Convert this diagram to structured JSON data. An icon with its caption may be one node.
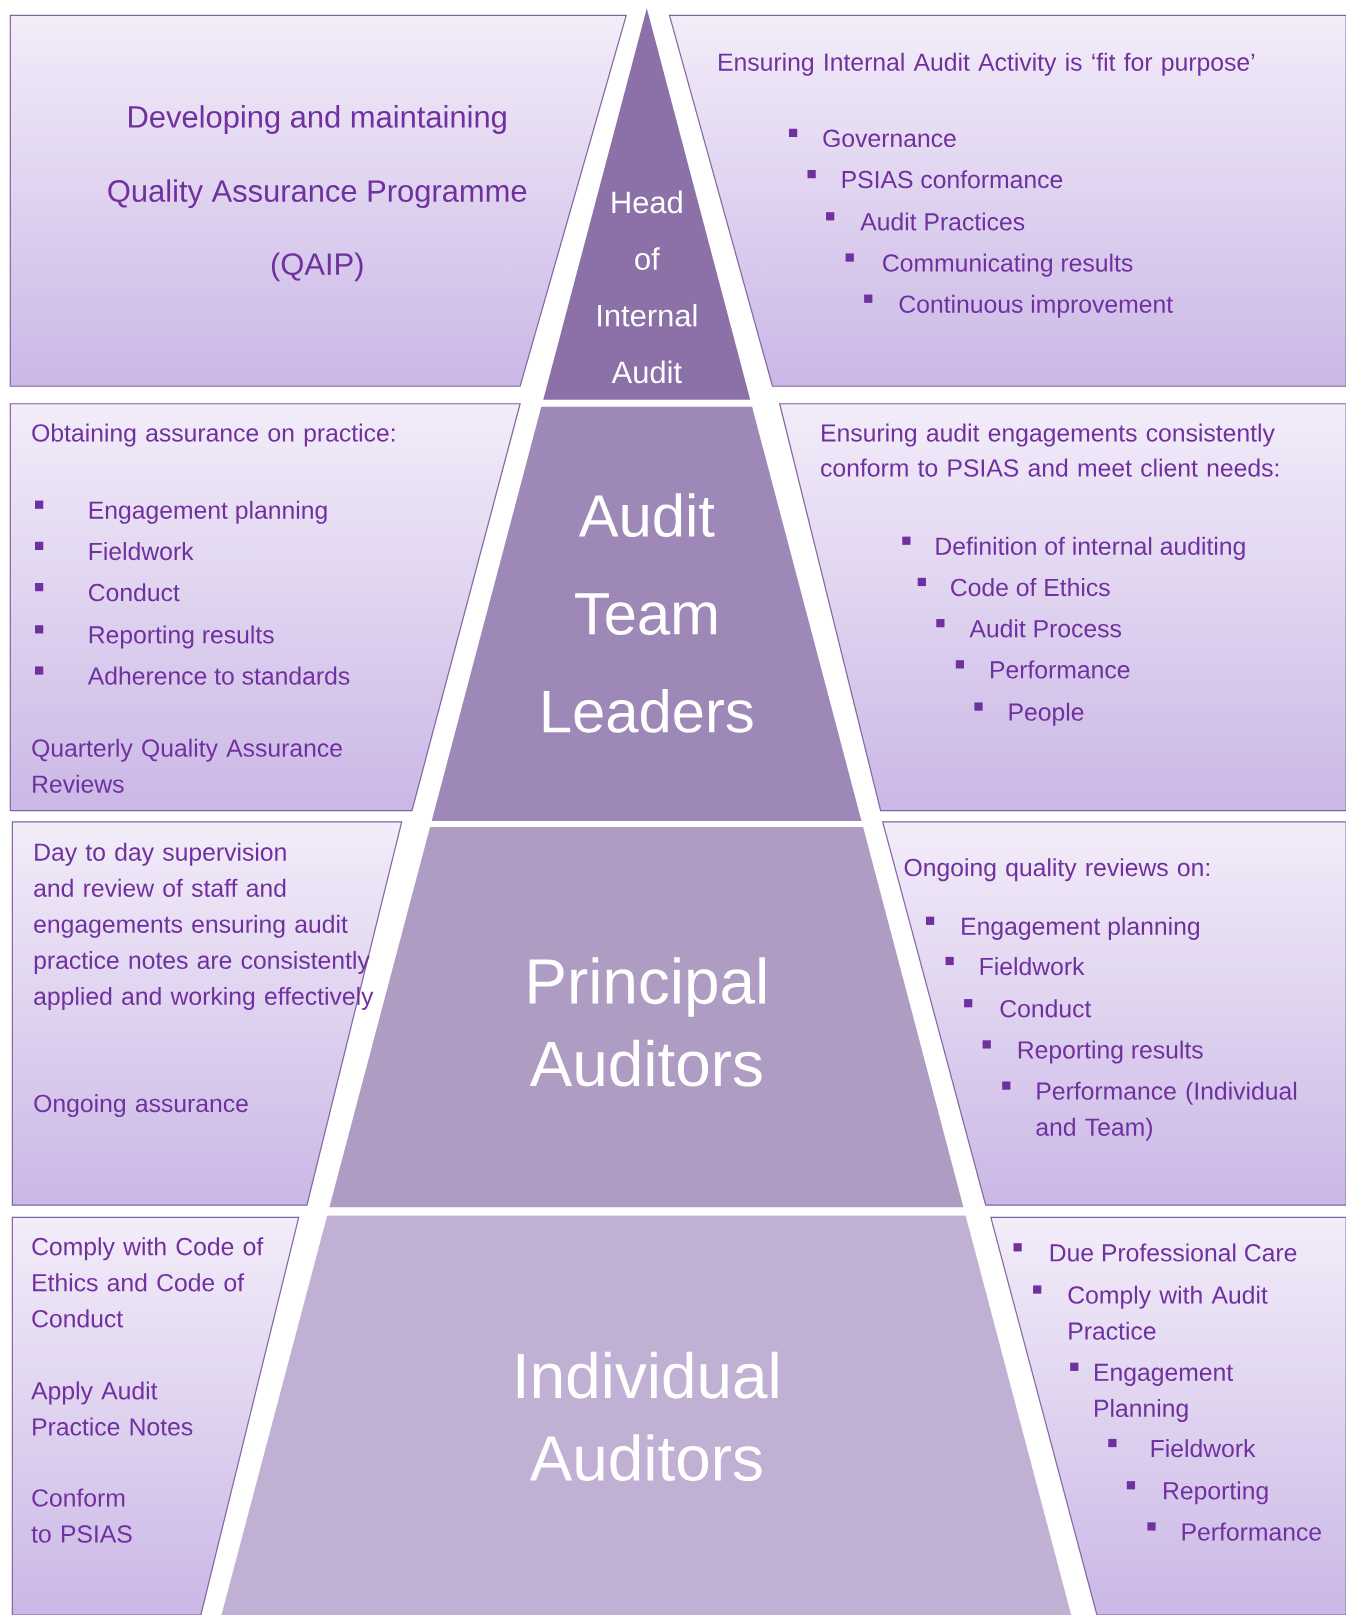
{
  "diagram": {
    "nodes": [
      {
        "text": [
          "Developing and maintaining",
          "Quality Assurance Programme",
          "(QAIP)"
        ]
      },
      {
        "text": [
          "Head of Internal Audit"
        ]
      },
      {
        "text": [
          "Ensuring Internal Audit Activity is ‘fit for purpose’",
          "Governance",
          "PSIAS conformance",
          "Audit Practices",
          "Communicating results",
          "Continuous improvement"
        ]
      },
      {
        "text": [
          "Obtaining assurance on practice:",
          "Engagement planning",
          "Fieldwork",
          "Conduct",
          "Reporting results",
          "Adherence to standards",
          "Quarterly Quality Assurance Reviews"
        ]
      },
      {
        "text": [
          "Audit Team Leaders"
        ]
      },
      {
        "text": [
          "Ensuring audit engagements consistently conform to PSIAS and meet client needs:",
          "Definition of internal auditing",
          "Code of Ethics",
          "Audit Process",
          "Performance",
          "People"
        ]
      },
      {
        "text": [
          "Day to day supervision and review of staff and engagements ensuring audit practice notes are consistently applied and working effectively",
          "Ongoing assurance"
        ]
      },
      {
        "text": [
          "Principal Auditors"
        ]
      },
      {
        "text": [
          "Ongoing quality reviews on:",
          "Engagement planning",
          "Fieldwork",
          "Conduct",
          "Reporting results",
          "Performance (Individual and Team)"
        ]
      },
      {
        "text": [
          "Comply with Code of Ethics and Code of Conduct",
          "Apply Audit Practice Notes",
          "Conform to PSIAS"
        ]
      },
      {
        "text": [
          "Individual Auditors"
        ]
      },
      {
        "text": [
          "Due Professional Care",
          "Comply with Audit Practice",
          "Engagement Planning",
          "Fieldwork",
          "Reporting",
          "Performance"
        ]
      }
    ]
  }
}
